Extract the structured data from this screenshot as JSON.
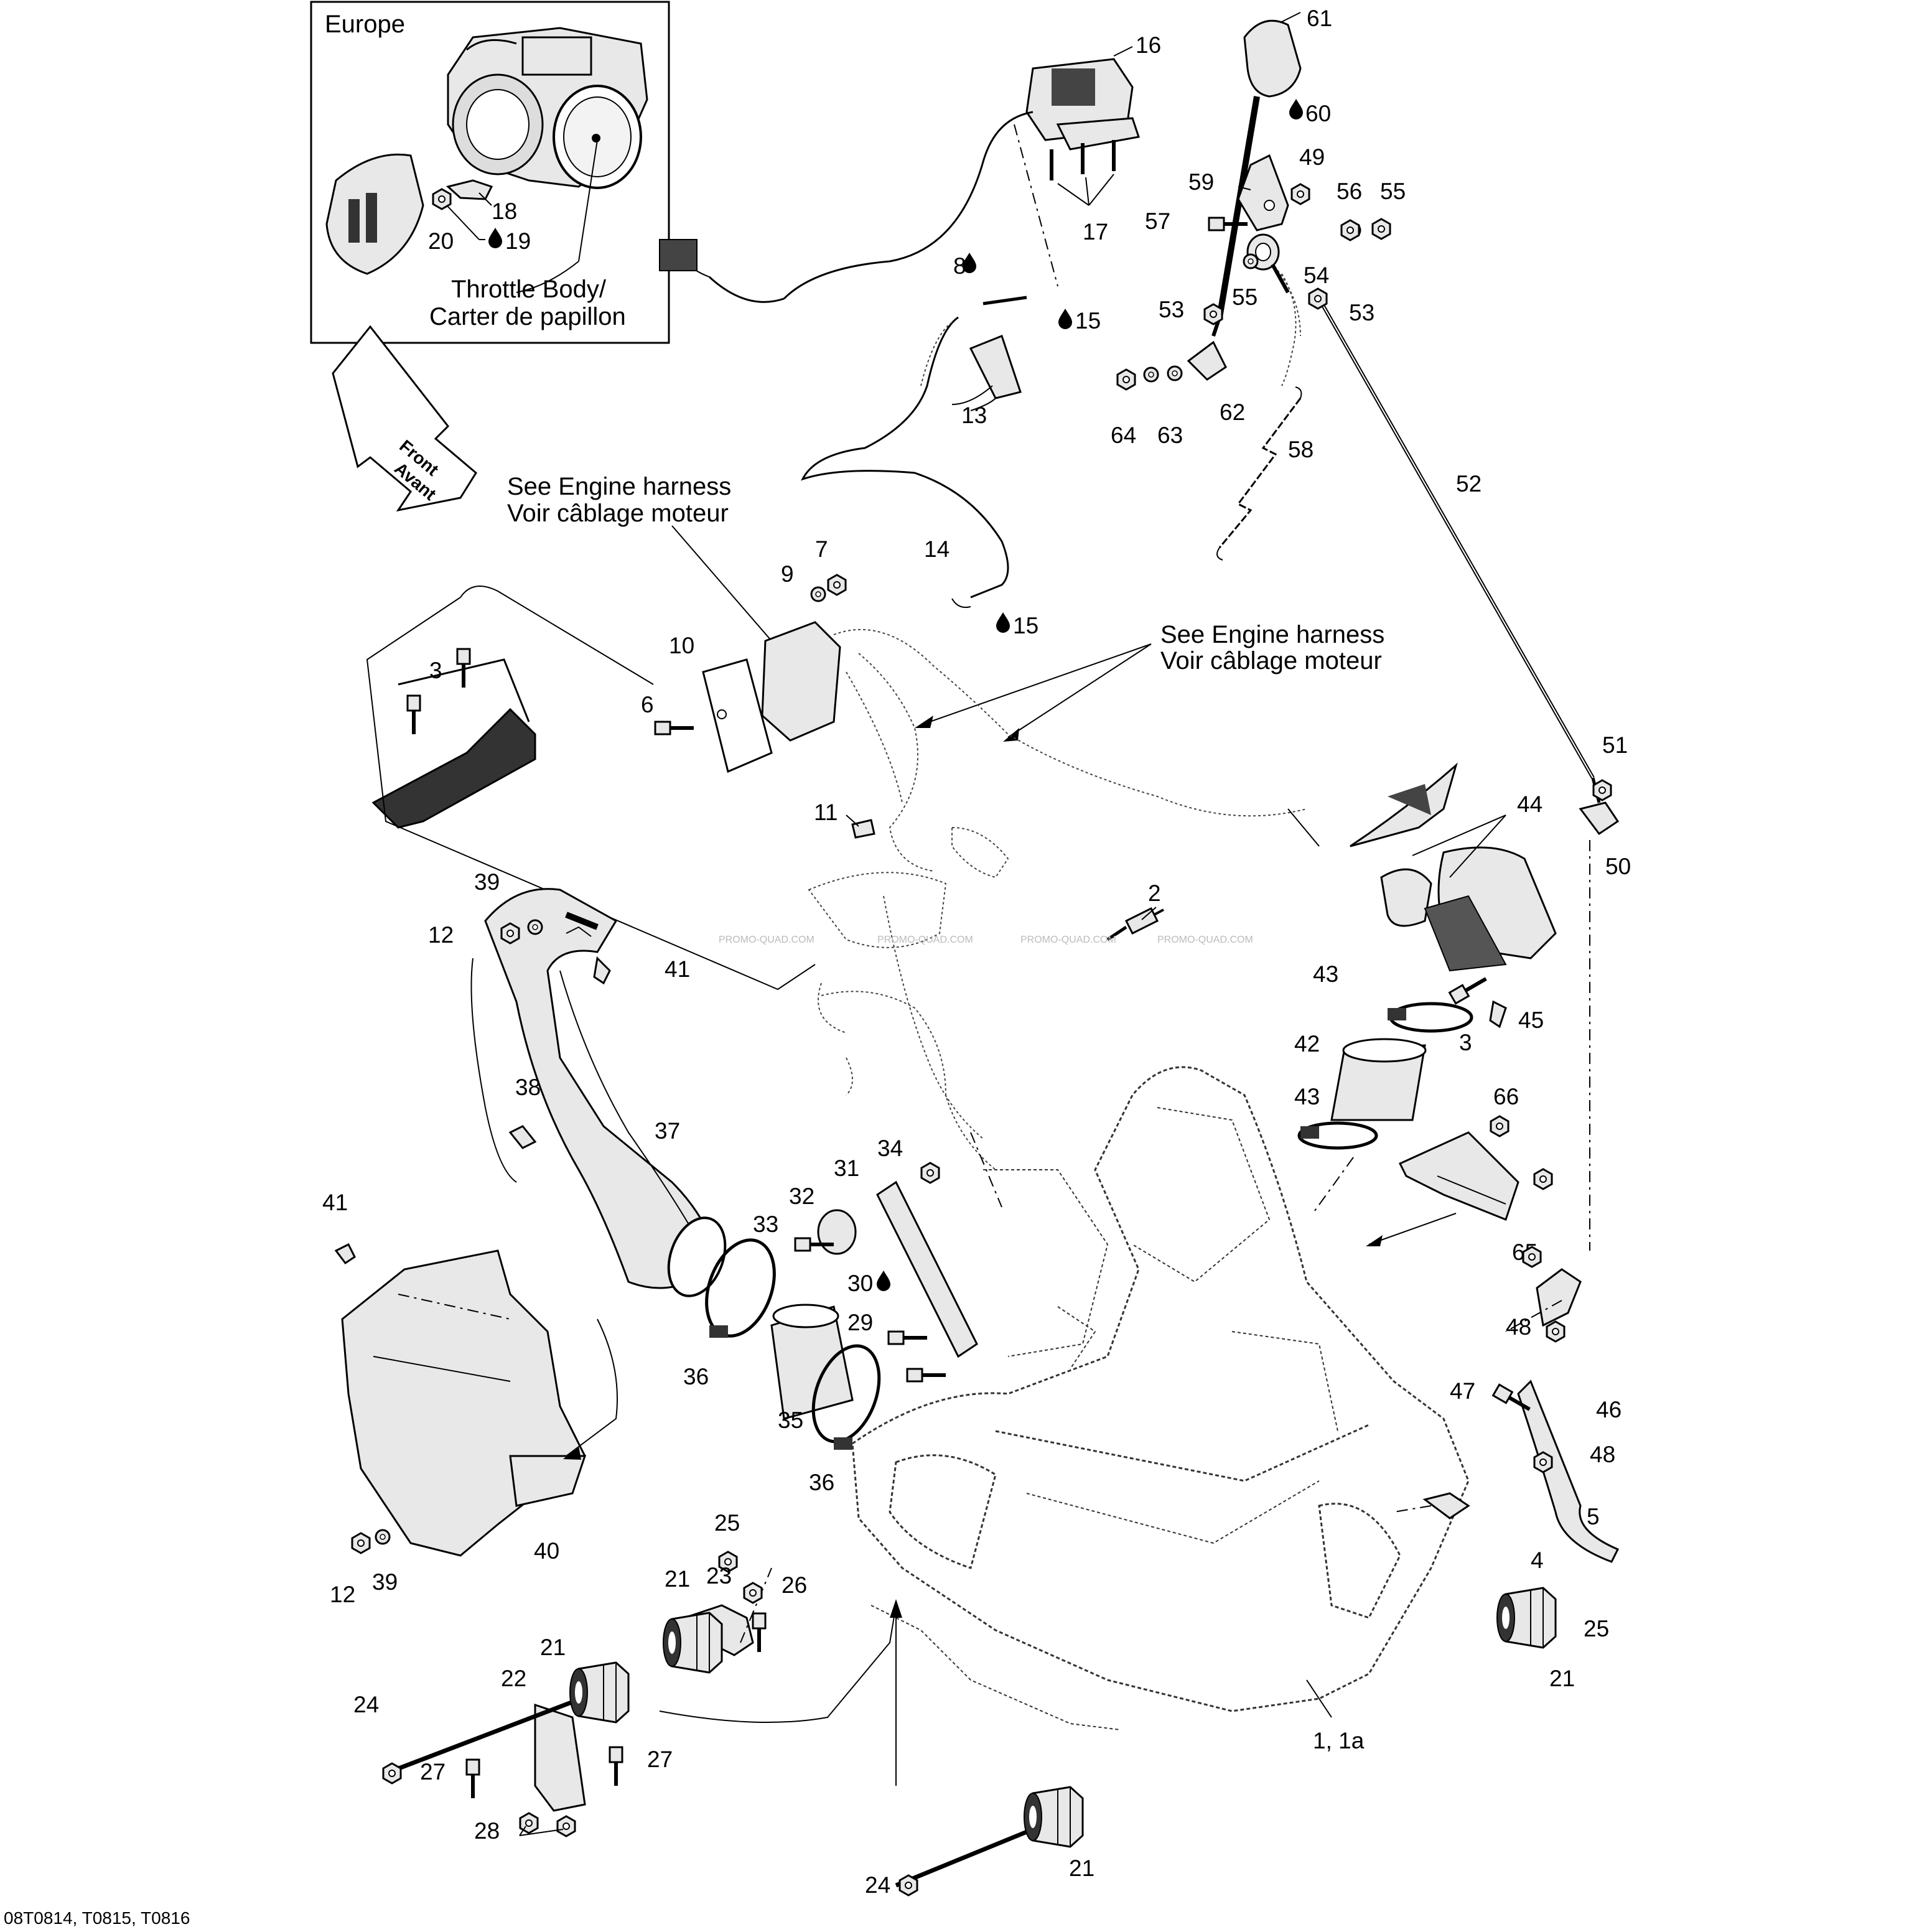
{
  "inset": {
    "region_label": "Europe",
    "caption_line1": "Throttle Body/",
    "caption_line2": "Carter de papillon"
  },
  "front_arrow": {
    "line1": "Front",
    "line2": "Avant"
  },
  "notes": {
    "harness_a_line1": "See Engine harness",
    "harness_a_line2": "Voir câblage moteur",
    "harness_b_line1": "See Engine harness",
    "harness_b_line2": "Voir câblage moteur"
  },
  "callouts": {
    "c1": "1, 1a",
    "c2": "2",
    "c3a": "3",
    "c3b": "3",
    "c4": "4",
    "c5": "5",
    "c6": "6",
    "c7": "7",
    "c8": "8",
    "c9": "9",
    "c10": "10",
    "c11": "11",
    "c12a": "12",
    "c12b": "12",
    "c13": "13",
    "c14": "14",
    "c15a": "15",
    "c15b": "15",
    "c16": "16",
    "c17": "17",
    "c18": "18",
    "c19": "19",
    "c20": "20",
    "c21a": "21",
    "c21b": "21",
    "c21c": "21",
    "c21d": "21",
    "c22": "22",
    "c23": "23",
    "c24a": "24",
    "c24b": "24",
    "c25a": "25",
    "c25b": "25",
    "c26": "26",
    "c27a": "27",
    "c27b": "27",
    "c28": "28",
    "c29": "29",
    "c30": "30",
    "c31": "31",
    "c32": "32",
    "c33": "33",
    "c34": "34",
    "c35": "35",
    "c36a": "36",
    "c36b": "36",
    "c37": "37",
    "c38": "38",
    "c39a": "39",
    "c39b": "39",
    "c40": "40",
    "c41a": "41",
    "c41b": "41",
    "c42": "42",
    "c43a": "43",
    "c43b": "43",
    "c44": "44",
    "c45": "45",
    "c46": "46",
    "c47": "47",
    "c48a": "48",
    "c48b": "48",
    "c49": "49",
    "c50": "50",
    "c51": "51",
    "c52": "52",
    "c53a": "53",
    "c53b": "53",
    "c54": "54",
    "c55a": "55",
    "c55b": "55",
    "c56": "56",
    "c57": "57",
    "c58": "58",
    "c59": "59",
    "c60": "60",
    "c61": "61",
    "c62": "62",
    "c63": "63",
    "c64": "64",
    "c65": "65",
    "c66": "66"
  },
  "watermark": "PROMO-QUAD.COM",
  "footer_ref": "08T0814, T0815, T0816",
  "icons": [
    "oil-drop-icon",
    "front-arrow-icon"
  ]
}
